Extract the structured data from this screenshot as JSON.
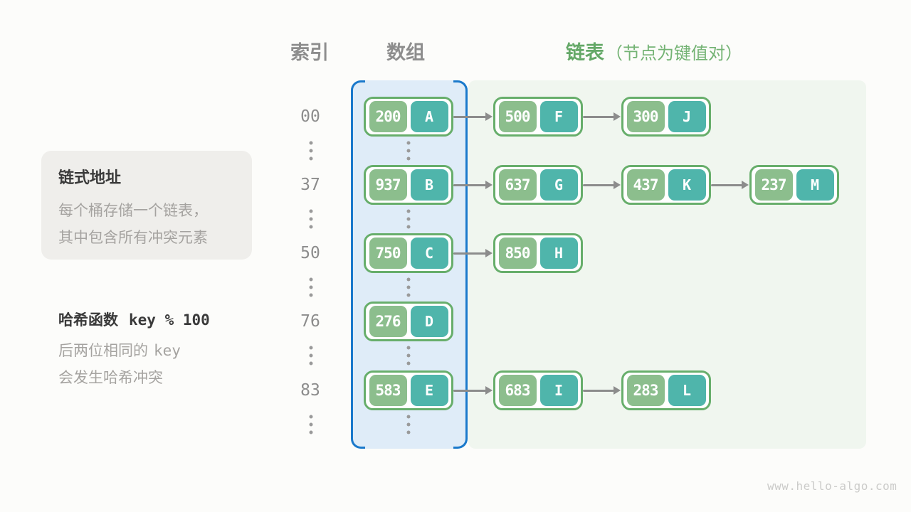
{
  "headers": {
    "index": "索引",
    "array": "数组",
    "list": "链表",
    "list_note": "（节点为键值对）"
  },
  "info_box": {
    "title": "链式地址",
    "line1": "每个桶存储一个链表，",
    "line2": "其中包含所有冲突元素"
  },
  "hash_note": {
    "label": "哈希函数",
    "formula": "key % 100",
    "line1_prefix": "后两位相同的",
    "line1_mono": "key",
    "line2": "会发生哈希冲突"
  },
  "footer": {
    "site": "www.hello-algo.com"
  },
  "rows": [
    {
      "index": "00",
      "chain": [
        {
          "key": "200",
          "value": "A"
        },
        {
          "key": "500",
          "value": "F"
        },
        {
          "key": "300",
          "value": "J"
        }
      ]
    },
    {
      "index": "37",
      "chain": [
        {
          "key": "937",
          "value": "B"
        },
        {
          "key": "637",
          "value": "G"
        },
        {
          "key": "437",
          "value": "K"
        },
        {
          "key": "237",
          "value": "M"
        }
      ]
    },
    {
      "index": "50",
      "chain": [
        {
          "key": "750",
          "value": "C"
        },
        {
          "key": "850",
          "value": "H"
        }
      ]
    },
    {
      "index": "76",
      "chain": [
        {
          "key": "276",
          "value": "D"
        }
      ]
    },
    {
      "index": "83",
      "chain": [
        {
          "key": "583",
          "value": "E"
        },
        {
          "key": "683",
          "value": "I"
        },
        {
          "key": "283",
          "value": "L"
        }
      ]
    }
  ],
  "colors": {
    "key_green": "#8cbe8d",
    "value_teal": "#4fb5ab",
    "node_border_green": "#67ae6b",
    "array_panel_fill": "#dfecf8",
    "array_bracket_blue": "#1a79cb",
    "list_panel_fill": "#f0f6ef",
    "arrow_gray": "#8c8c8c",
    "header_gray": "#8d8d8d",
    "header_green": "#64a867",
    "info_box_fill": "#efeeeb",
    "text_dark": "#3a3a3a",
    "text_gray": "#a5a3a0",
    "background": "#fcfcfa"
  }
}
